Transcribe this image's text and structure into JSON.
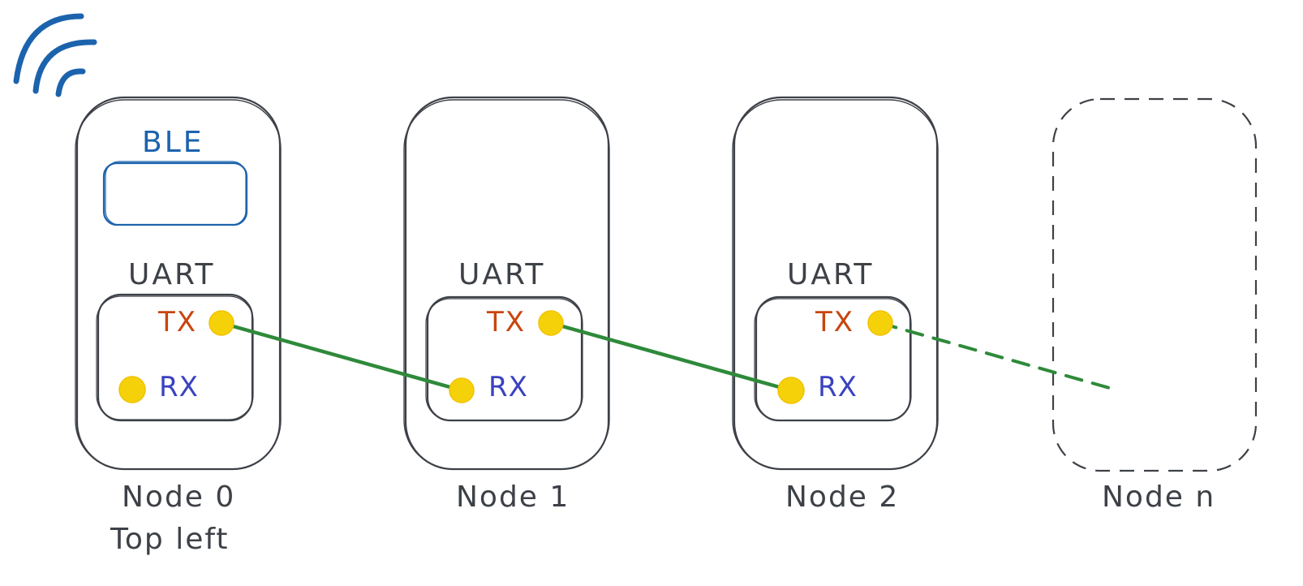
{
  "ble_label": "BLE",
  "nodes": [
    {
      "name": "Node 0",
      "sub": "Top left",
      "uart": "UART",
      "tx": "TX",
      "rx": "RX"
    },
    {
      "name": "Node 1",
      "uart": "UART",
      "tx": "TX",
      "rx": "RX"
    },
    {
      "name": "Node 2",
      "uart": "UART",
      "tx": "TX",
      "rx": "RX"
    },
    {
      "name": "Node n"
    }
  ],
  "colors": {
    "outline": "#3d4147",
    "ble_blue": "#1c63ad",
    "tx_orange": "#c8450c",
    "rx_blue": "#3a42c0",
    "pin_yellow": "#f5d10a",
    "wire_green": "#2e8a3a"
  }
}
